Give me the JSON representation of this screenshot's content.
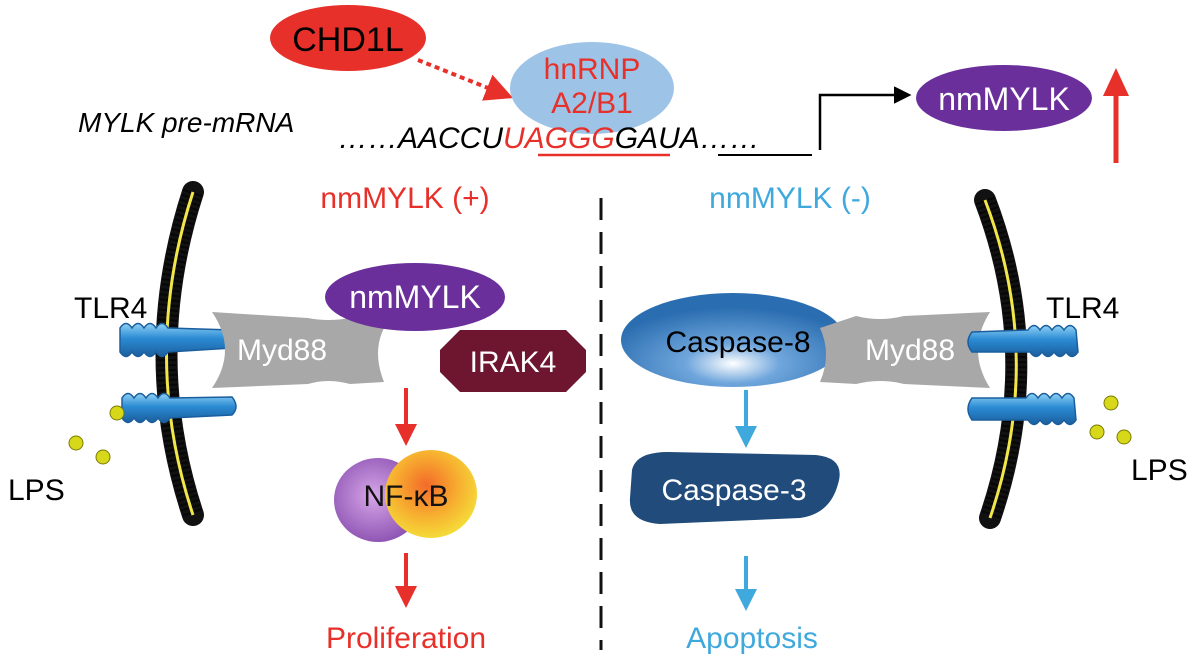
{
  "top": {
    "chd1l": "CHD1L",
    "hnrnp_line1": "hnRNP",
    "hnrnp_line2": "A2/B1",
    "pre_mrna_label": "MYLK pre-mRNA",
    "seq_prefix": "……AACCU",
    "seq_motif": "UAGGG",
    "seq_mid": "GA",
    "seq_tail": "UA……",
    "product": "nmMYLK"
  },
  "left": {
    "heading": "nmMYLK (+)",
    "tlr4": "TLR4",
    "lps": "LPS",
    "myd88": "Myd88",
    "nmmylk": "nmMYLK",
    "irak4": "IRAK4",
    "nfkb": "NF-κB",
    "outcome": "Proliferation"
  },
  "right": {
    "heading": "nmMYLK (-)",
    "tlr4": "TLR4",
    "lps": "LPS",
    "myd88": "Myd88",
    "caspase8": "Caspase-8",
    "caspase3": "Caspase-3",
    "outcome": "Apoptosis"
  },
  "colors": {
    "red": "#e8302a",
    "blue": "#3fa9dd",
    "purple": "#6b2f9b",
    "irak4": "#6e1530",
    "hnrnp_fill": "#9dc3e6",
    "myd88_gray": "#a8a8a8",
    "caspase8": "#2a6db0",
    "caspase3": "#204b7a"
  }
}
